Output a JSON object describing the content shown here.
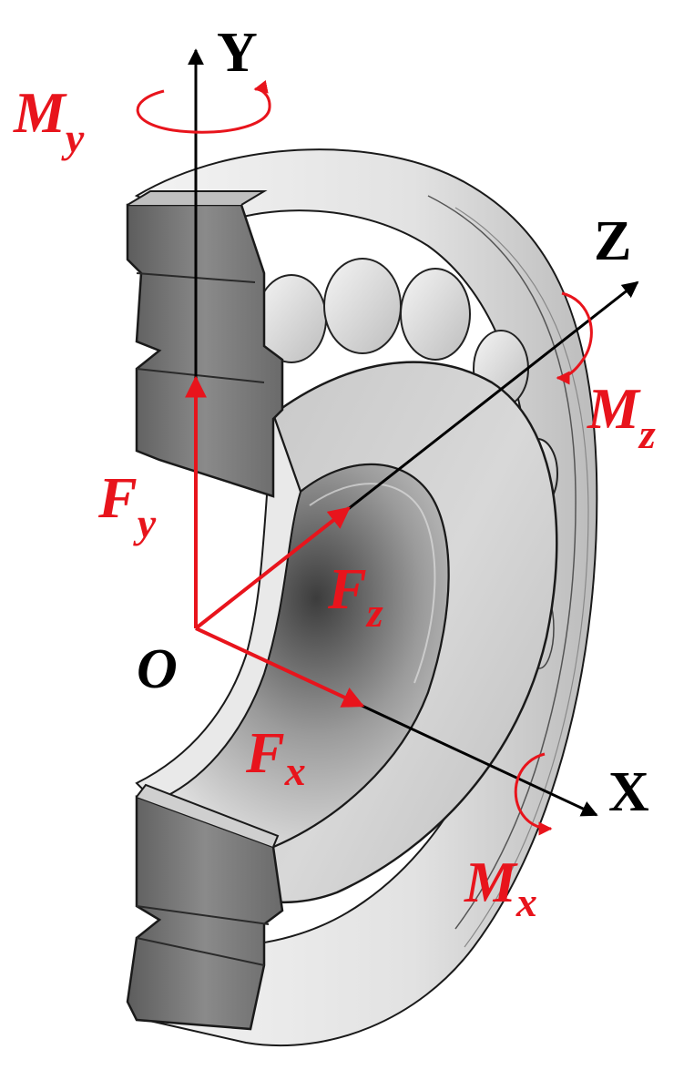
{
  "colors": {
    "axis": "#000000",
    "load": "#e8141c",
    "metal_dark": "#6f6f6f",
    "metal_mid": "#a9a9a9",
    "metal_light": "#e6e6e6",
    "edge": "#1a1a1a"
  },
  "axes": {
    "y": {
      "label": "Y"
    },
    "z": {
      "label": "Z"
    },
    "x": {
      "label": "X"
    },
    "origin": {
      "label": "O"
    }
  },
  "forces": {
    "fy": {
      "main": "F",
      "sub": "y"
    },
    "fz": {
      "main": "F",
      "sub": "z"
    },
    "fx": {
      "main": "F",
      "sub": "x"
    }
  },
  "moments": {
    "my": {
      "main": "M",
      "sub": "y"
    },
    "mz": {
      "main": "M",
      "sub": "z"
    },
    "mx": {
      "main": "M",
      "sub": "x"
    }
  }
}
